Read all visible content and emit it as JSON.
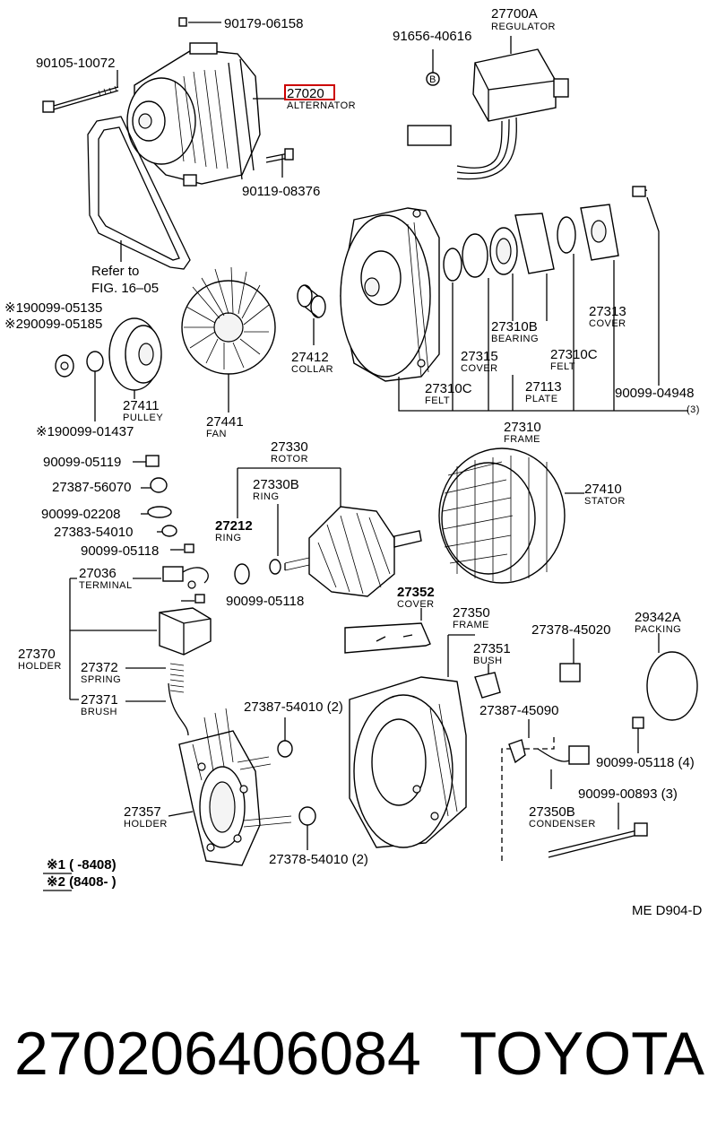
{
  "callouts": {
    "c90179": "90179-06158",
    "c27700a": "27700A",
    "c27700a_cap": "REGULATOR",
    "c91656": "91656-40616",
    "c90105": "90105-10072",
    "c27020": "27020",
    "c27020_cap": "ALTERNATOR",
    "c90119": "90119-08376",
    "refer1": "Refer to",
    "refer2": "FIG. 16–05",
    "c1_90099": "※190099-05135",
    "c2_90099": "※290099-05185",
    "c27412": "27412",
    "c27412_cap": "COLLAR",
    "c27411": "27411",
    "c27411_cap": "PULLEY",
    "c190099_01437": "※190099-01437",
    "c27441": "27441",
    "c27441_cap": "FAN",
    "c27310b": "27310B",
    "c27310b_cap": "BEARING",
    "c27313": "27313",
    "c27313_cap": "COVER",
    "c27315": "27315",
    "c27315_cap": "COVER",
    "c27310c_a": "27310C",
    "c27310c_a_cap": "FELT",
    "c27310c_b": "27310C",
    "c27310c_b_cap": "FELT",
    "c27113": "27113",
    "c27113_cap": "PLATE",
    "c90099_04948": "90099-04948",
    "c90099_04948_q": "(3)",
    "c27310": "27310",
    "c27310_cap": "FRAME",
    "c27330": "27330",
    "c27330_cap": "ROTOR",
    "c90099_05119": "90099-05119",
    "c27387_56070": "27387-56070",
    "c27330b": "27330B",
    "c27330b_cap": "RING",
    "c27410": "27410",
    "c27410_cap": "STATOR",
    "c90099_02208": "90099-02208",
    "c27383_54010": "27383-54010",
    "c27212": "27212",
    "c27212_cap": "RING",
    "c90099_05118a": "90099-05118",
    "c27036": "27036",
    "c27036_cap": "TERMINAL",
    "c90099_05118b": "90099-05118",
    "c27352": "27352",
    "c27352_cap": "COVER",
    "c27350": "27350",
    "c27350_cap": "FRAME",
    "c27378_45020": "27378-45020",
    "c29342a": "29342A",
    "c29342a_cap": "PACKING",
    "c27351": "27351",
    "c27351_cap": "BUSH",
    "c27370": "27370",
    "c27370_cap": "HOLDER",
    "c27372": "27372",
    "c27372_cap": "SPRING",
    "c27371": "27371",
    "c27371_cap": "BRUSH",
    "c27387_54010": "27387-54010 (2)",
    "c27387_45090": "27387-45090",
    "c90099_05118c": "90099-05118 (4)",
    "c27350b": "27350B",
    "c27350b_cap": "CONDENSER",
    "c90099_00893": "90099-00893 (3)",
    "c27357": "27357",
    "c27357_cap": "HOLDER",
    "c27378_54010": "27378-54010 (2)",
    "note1": "※1  (       -8408)",
    "note2": "※2  (8408-        )",
    "ref_code": "ME D904-D"
  },
  "highlight_color": "#cc0000",
  "bottom": {
    "part_number": "270206406084",
    "brand": "TOYOTA"
  }
}
